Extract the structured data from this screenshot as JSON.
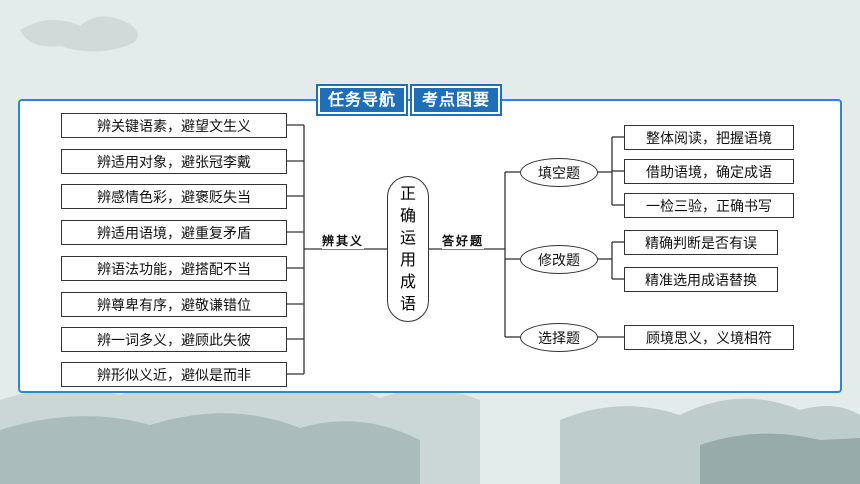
{
  "banner": {
    "left": "任务导航",
    "right": "考点图要"
  },
  "center": {
    "chars": [
      "正",
      "确",
      "运",
      "用",
      "成",
      "语"
    ]
  },
  "left_branch": {
    "label": "辨其义",
    "items": [
      "辨关键语素，避望文生义",
      "辨适用对象，避张冠李戴",
      "辨感情色彩，避褒贬失当",
      "辨适用语境，避重复矛盾",
      "辨语法功能，避搭配不当",
      "辨尊卑有序，避敬谦错位",
      "辨一词多义，避顾此失彼",
      "辨形似义近，避似是而非"
    ]
  },
  "right_branch": {
    "label": "答好题",
    "groups": [
      {
        "name": "填空题",
        "items": [
          "整体阅读，把握语境",
          "借助语境，确定成语",
          "一检三验，正确书写"
        ]
      },
      {
        "name": "修改题",
        "items": [
          "精确判断是否有误",
          "精准选用成语替换"
        ]
      },
      {
        "name": "选择题",
        "items": [
          "顾境思义，义境相符"
        ]
      }
    ]
  },
  "colors": {
    "frame": "#2f86cf",
    "banner": "#1f6fb8"
  }
}
